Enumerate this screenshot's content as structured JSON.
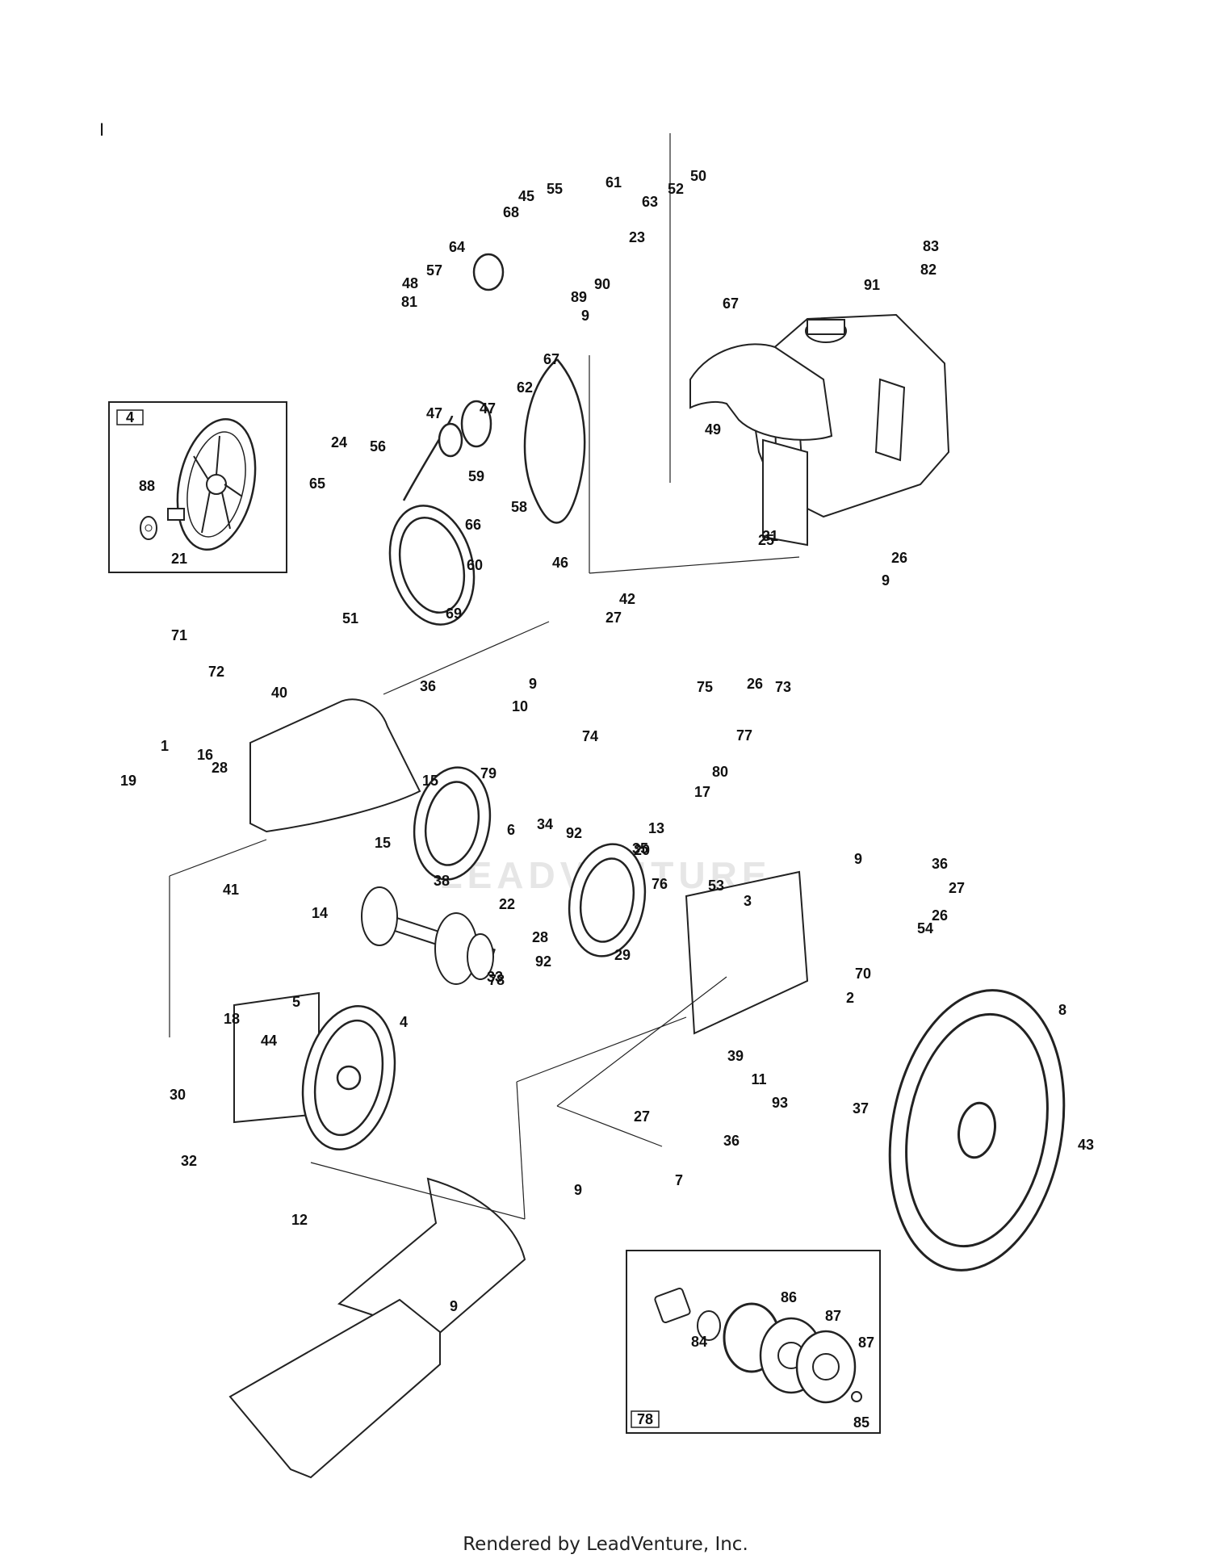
{
  "page_mark": "I",
  "watermark": "LEADVENTURE",
  "footer": "Rendered by LeadVenture, Inc.",
  "insets": [
    {
      "tag": "4",
      "labels": [
        "88",
        "21"
      ]
    },
    {
      "tag": "78",
      "labels": [
        "86",
        "87",
        "87",
        "84",
        "85"
      ]
    }
  ],
  "callouts": [
    "50",
    "52",
    "63",
    "61",
    "55",
    "45",
    "68",
    "23",
    "64",
    "57",
    "48",
    "81",
    "83",
    "82",
    "91",
    "90",
    "89",
    "9",
    "67",
    "67",
    "62",
    "47",
    "47",
    "56",
    "24",
    "65",
    "59",
    "58",
    "66",
    "60",
    "46",
    "51",
    "69",
    "49",
    "31",
    "25",
    "26",
    "9",
    "42",
    "27",
    "36",
    "9",
    "10",
    "71",
    "72",
    "40",
    "19",
    "1",
    "16",
    "28",
    "15",
    "79",
    "75",
    "26",
    "73",
    "74",
    "77",
    "80",
    "17",
    "13",
    "6",
    "34",
    "92",
    "15",
    "20",
    "35",
    "76",
    "38",
    "41",
    "9",
    "36",
    "27",
    "26",
    "54",
    "53",
    "3",
    "14",
    "22",
    "28",
    "29",
    "92",
    "78",
    "4",
    "33",
    "5",
    "18",
    "44",
    "30",
    "32",
    "12",
    "70",
    "2",
    "8",
    "39",
    "11",
    "93",
    "37",
    "36",
    "27",
    "9",
    "7",
    "43",
    "9"
  ]
}
